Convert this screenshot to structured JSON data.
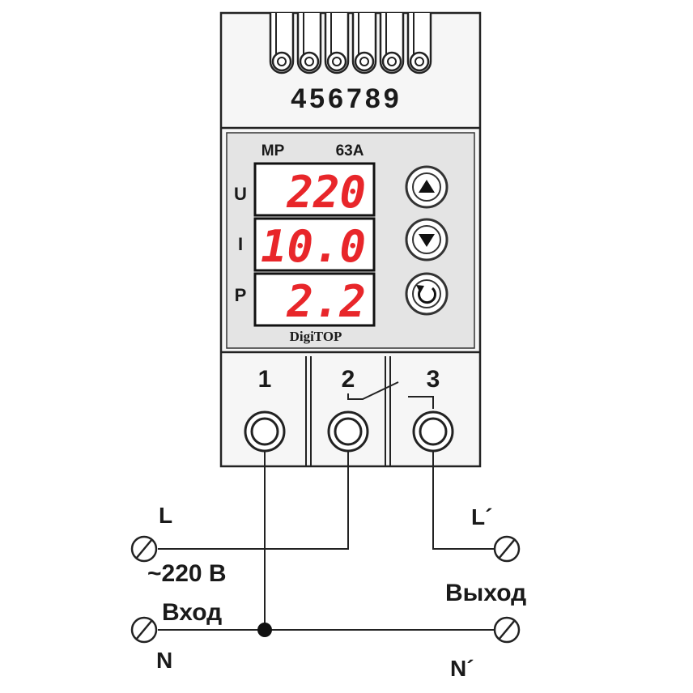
{
  "device": {
    "top_terminal_numbers": "456789",
    "model": "MP",
    "current_rating": "63A",
    "brand": "DigiTOP",
    "display_rows": [
      {
        "label": "U",
        "value": "220"
      },
      {
        "label": "I",
        "value": "10.0"
      },
      {
        "label": "P",
        "value": "2.2"
      }
    ],
    "buttons": [
      "up-arrow-icon",
      "down-arrow-icon",
      "reset-icon"
    ],
    "bottom_terminals": [
      "1",
      "2",
      "3"
    ],
    "display_color": "#e8262a"
  },
  "wiring": {
    "input_phase": "L",
    "input_neutral": "N",
    "input_voltage": "~220 В",
    "input_label": "Вход",
    "output_phase": "L´",
    "output_neutral": "N´",
    "output_label": "Выход"
  }
}
